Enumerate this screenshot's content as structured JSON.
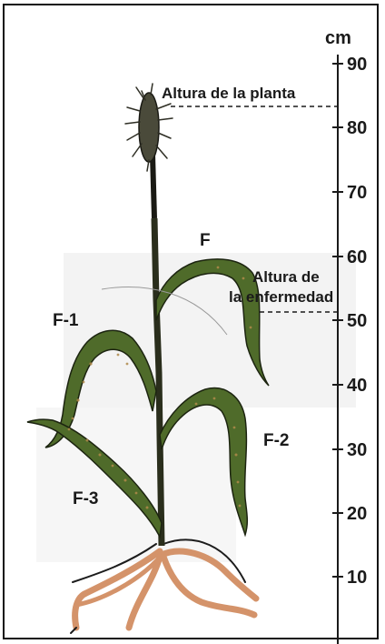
{
  "scale": {
    "unit": "cm",
    "ticks": [
      "90",
      "80",
      "70",
      "60",
      "50",
      "40",
      "30",
      "20",
      "10"
    ]
  },
  "labels": {
    "plant_height": "Altura de la planta",
    "disease_height_line1": "Altura de",
    "disease_height_line2": "la enfermedad"
  },
  "leaves": {
    "flag": "F",
    "f1": "F-1",
    "f2": "F-2",
    "f3": "F-3"
  },
  "colors": {
    "leaf": "#4f6b2a",
    "leaf_outline": "#1c2410",
    "root": "#d4936a",
    "stem": "#2a2e1c",
    "spike": "#3a3a2c"
  }
}
